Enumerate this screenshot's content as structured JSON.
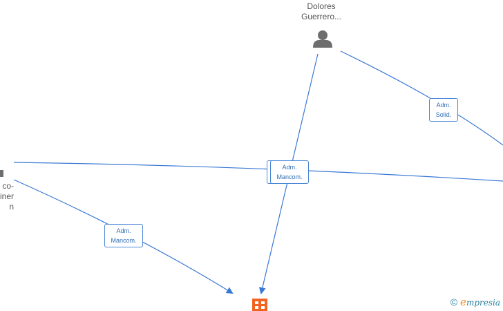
{
  "nodes": {
    "top_person": {
      "label_line1": "Dolores",
      "label_line2": "Guerrero..."
    },
    "left_person": {
      "label_line1": "co-",
      "label_line2": "iner",
      "label_line3": "n"
    }
  },
  "edge_labels": {
    "top_right": {
      "line1": "Adm.",
      "line2": "Solid."
    },
    "center": {
      "line1": "Adm.",
      "line2": "Mancom."
    },
    "left_bottom": {
      "line1": "Adm.",
      "line2": "Mancom."
    }
  },
  "brand": {
    "copyright": "©",
    "first_letter": "e",
    "rest": "mpresia"
  },
  "colors": {
    "edge": "#3a78d4",
    "person_icon": "#6e6e6e",
    "company_icon": "#f26322"
  }
}
